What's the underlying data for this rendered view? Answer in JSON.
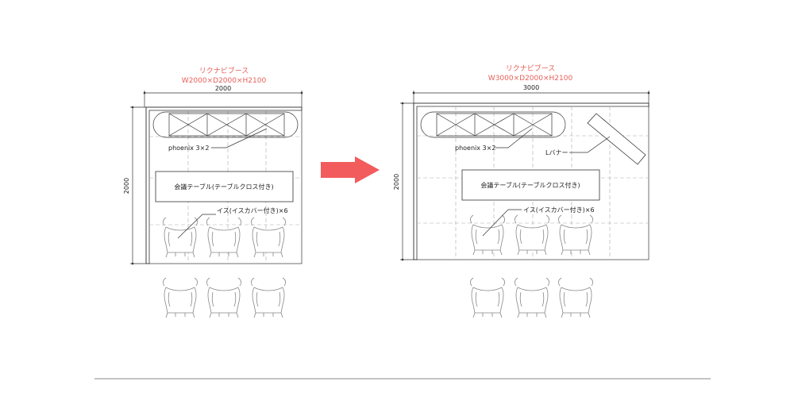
{
  "booth_before": {
    "title": "リクナビブース",
    "spec": "W2000×D2000×H2100",
    "width_dim": "2000",
    "depth_dim": "2000",
    "panel_label": "phoenix 3×2",
    "table_label": "会議テーブル(テーブルクロス付き)",
    "chair_label": "イス(イスカバー付き)×6"
  },
  "booth_after": {
    "title": "リクナビブース",
    "spec": "W3000×D2000×H2100",
    "width_dim": "3000",
    "depth_dim": "2000",
    "panel_label": "phoenix 3×2",
    "banner_label": "Lバナー",
    "table_label": "会議テーブル(テーブルクロス付き)",
    "chair_label": "イス(イスカバー付き)×6"
  },
  "colors": {
    "title": "#e8605a",
    "arrow": "#f25c5c",
    "line": "#333333"
  },
  "icons": {
    "arrow": "right-arrow-icon",
    "chair": "chair-icon"
  }
}
